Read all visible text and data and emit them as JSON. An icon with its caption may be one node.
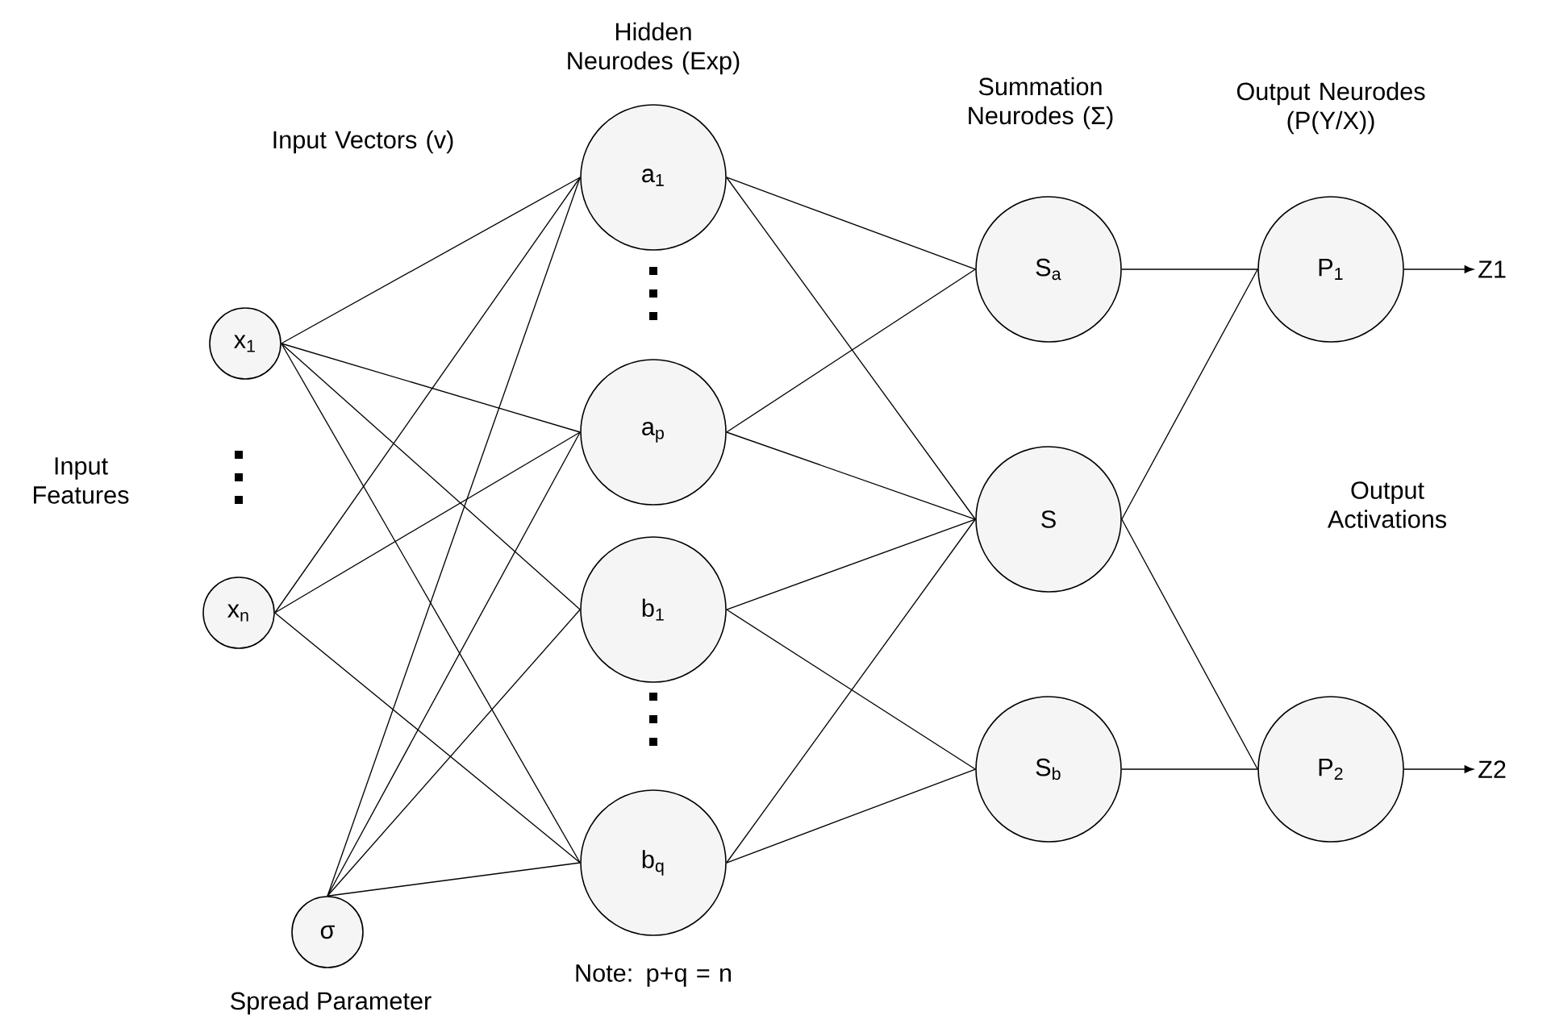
{
  "diagram": {
    "nodes": [
      {
        "text": [
          "x$_{1}$"
        ]
      },
      {
        "text": [
          "x$_{n}$"
        ]
      },
      {
        "text": [
          "σ"
        ],
        "beside": [
          "Spread Parameter"
        ]
      },
      {
        "text": [
          "a$_{1}$"
        ]
      },
      {
        "text": [
          "a$_{p}$"
        ]
      },
      {
        "text": [
          "b$_{1}$"
        ]
      },
      {
        "text": [
          "b$_{q}$"
        ]
      },
      {
        "text": [
          "S$_{a}$"
        ]
      },
      {
        "text": [
          "S"
        ]
      },
      {
        "text": [
          "S$_{b}$"
        ]
      },
      {
        "text": [
          "P$_{1}$"
        ]
      },
      {
        "text": [
          "P$_{2}$"
        ]
      },
      {
        "text": [
          "Z1"
        ]
      },
      {
        "text": [
          "Z2"
        ]
      }
    ],
    "edges": [
      {
        "from": 0,
        "to": 3,
        "arrow": "none"
      },
      {
        "from": 0,
        "to": 4,
        "arrow": "none"
      },
      {
        "from": 0,
        "to": 5,
        "arrow": "none"
      },
      {
        "from": 0,
        "to": 6,
        "arrow": "none"
      },
      {
        "from": 1,
        "to": 3,
        "arrow": "none"
      },
      {
        "from": 1,
        "to": 4,
        "arrow": "none"
      },
      {
        "from": 1,
        "to": 6,
        "arrow": "none"
      },
      {
        "from": 2,
        "to": 3,
        "arrow": "none"
      },
      {
        "from": 2,
        "to": 4,
        "arrow": "none"
      },
      {
        "from": 2,
        "to": 5,
        "arrow": "none"
      },
      {
        "from": 2,
        "to": 6,
        "arrow": "none"
      },
      {
        "from": 3,
        "to": 7,
        "arrow": "none"
      },
      {
        "from": 3,
        "to": 8,
        "arrow": "none"
      },
      {
        "from": 4,
        "to": 7,
        "arrow": "none"
      },
      {
        "from": 4,
        "to": 8,
        "arrow": "none"
      },
      {
        "from": 5,
        "to": 8,
        "arrow": "none"
      },
      {
        "from": 5,
        "to": 9,
        "arrow": "none"
      },
      {
        "from": 6,
        "to": 8,
        "arrow": "none"
      },
      {
        "from": 6,
        "to": 9,
        "arrow": "none"
      },
      {
        "from": 7,
        "to": 10,
        "arrow": "none"
      },
      {
        "from": 8,
        "to": 10,
        "arrow": "none"
      },
      {
        "from": 8,
        "to": 11,
        "arrow": "none"
      },
      {
        "from": 9,
        "to": 11,
        "arrow": "none"
      },
      {
        "from": 10,
        "to": 12,
        "arrow": "to"
      },
      {
        "from": 11,
        "to": 13,
        "arrow": "to"
      }
    ],
    "labels": [
      "Hidden Neurodes (Exp)",
      "Input Vectors (v)",
      "Summation Neurodes (Σ)",
      "Output Neurodes (P(Y/X))",
      "Input Features",
      "Output Activations",
      "Note: p+q = n"
    ]
  }
}
